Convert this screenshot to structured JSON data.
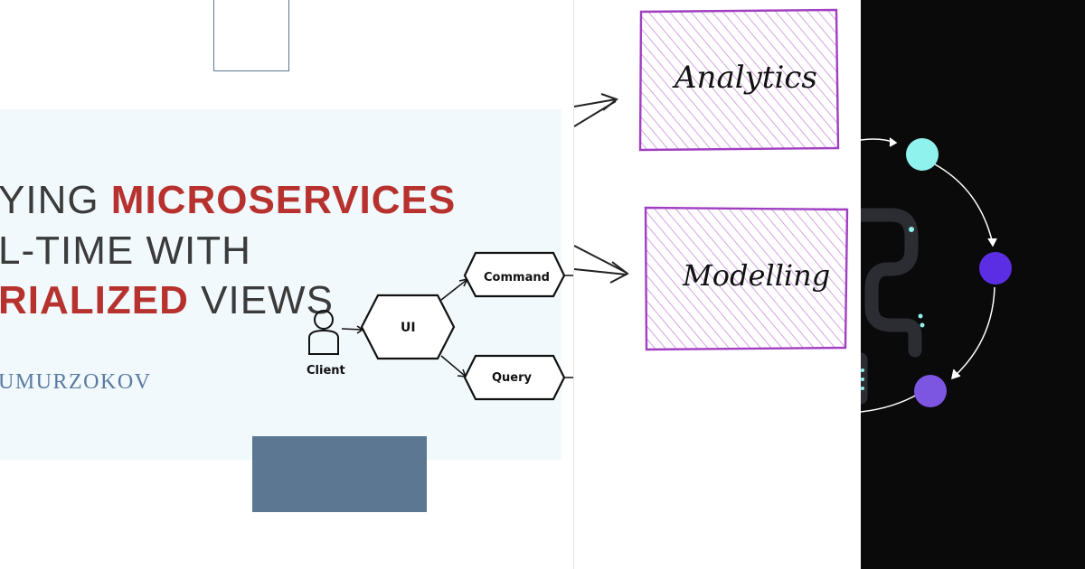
{
  "panel1": {
    "title": {
      "line1": {
        "prefix": "YING ",
        "highlight": "MICROSERVICES"
      },
      "line2": {
        "text": "L-TIME WITH"
      },
      "line3": {
        "highlight": "RIALIZED",
        "suffix": " VIEWS"
      }
    },
    "author": "UMURZOKOV",
    "diagram": {
      "client_label": "Client",
      "ui_label": "UI",
      "command_label": "Command",
      "query_label": "Query"
    },
    "colors": {
      "title_accent": "#b7322f",
      "title_text": "#3b3b3b",
      "card_bg": "#f1f9fc",
      "block": "#5b7791",
      "author": "#5a7aa0"
    }
  },
  "panel2": {
    "box1_label": "Analytics",
    "box2_label": "Modelling",
    "colors": {
      "box_stroke": "#a13ec2",
      "hatch": "#c98ddc"
    }
  },
  "panel3": {
    "colors": {
      "bg": "#0a0a0b",
      "node1": "#8ff2ec",
      "node2": "#5b2ee3",
      "node3": "#7c55e0",
      "track": "#2c2d33"
    }
  }
}
